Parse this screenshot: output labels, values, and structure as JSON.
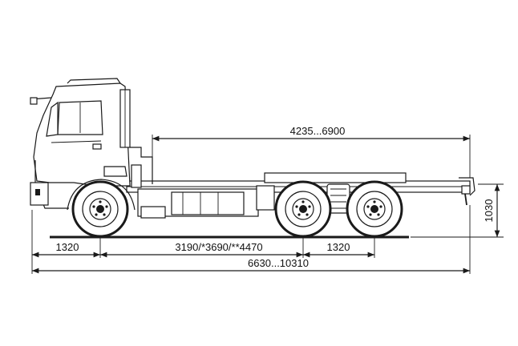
{
  "dimensions": {
    "platform_length": "4235...6900",
    "front_overhang": "1320",
    "wheelbase": "3190/*3690/**4470",
    "tandem_spacing": "1320",
    "overall_length": "6630...10310",
    "frame_height": "1030"
  }
}
